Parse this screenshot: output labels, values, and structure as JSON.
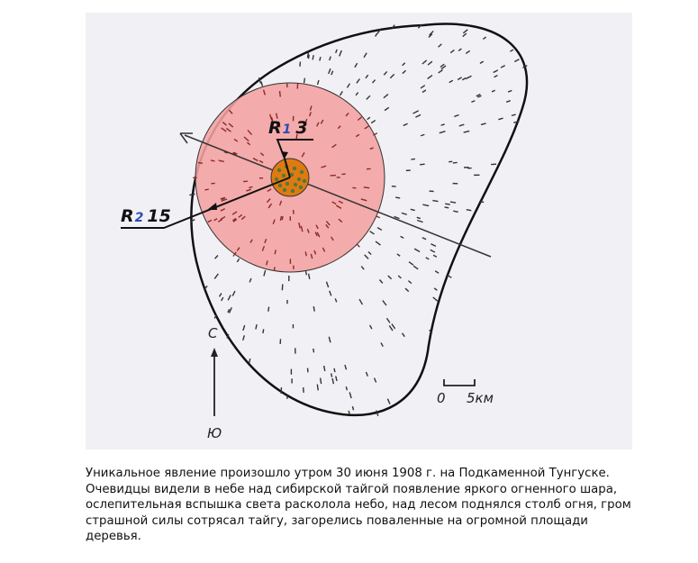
{
  "diagram": {
    "r1_label": "R",
    "r1_sub": "1",
    "r1_value": "3",
    "r2_label": "R",
    "r2_sub": "2",
    "r2_value": "15",
    "north_label": "С",
    "south_label": "Ю",
    "scale_zero": "0",
    "scale_value": "5км",
    "colors": {
      "background": "#f1f1f5",
      "outer_zone": "#f4a0a0",
      "epicenter": "#e07a10",
      "epicenter_dots": "#4f7a3a",
      "subscript": "#2a4db0"
    }
  },
  "caption": "Уникальное явление произошло утром 30 июня 1908 г. на Подкаменной Тунгуске. Очевидцы видели в небе над сибирской тайгой появление яркого огненного шара, ослепительная вспышка света расколола небо, над лесом поднялся столб огня, гром страшной силы сотрясал тайгу, загорелись поваленные на огромной площади деревья."
}
